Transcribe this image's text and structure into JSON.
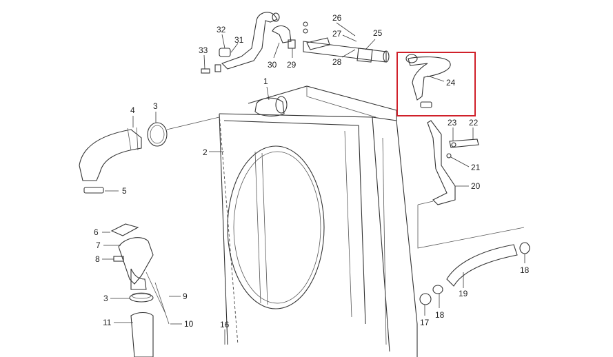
{
  "colors": {
    "highlight": "#d0202a",
    "line": "#333333",
    "background": "#ffffff"
  },
  "callouts": {
    "c1": "1",
    "c2": "2",
    "c3a": "3",
    "c3b": "3",
    "c4": "4",
    "c5": "5",
    "c6": "6",
    "c7": "7",
    "c8": "8",
    "c9": "9",
    "c10": "10",
    "c11": "11",
    "c16": "16",
    "c17": "17",
    "c18a": "18",
    "c18b": "18",
    "c19": "19",
    "c20": "20",
    "c21": "21",
    "c22": "22",
    "c23": "23",
    "c24": "24",
    "c25": "25",
    "c26": "26",
    "c27": "27",
    "c28": "28",
    "c29": "29",
    "c30": "30",
    "c31": "31",
    "c32": "32",
    "c33": "33"
  },
  "highlighted_part": "24"
}
